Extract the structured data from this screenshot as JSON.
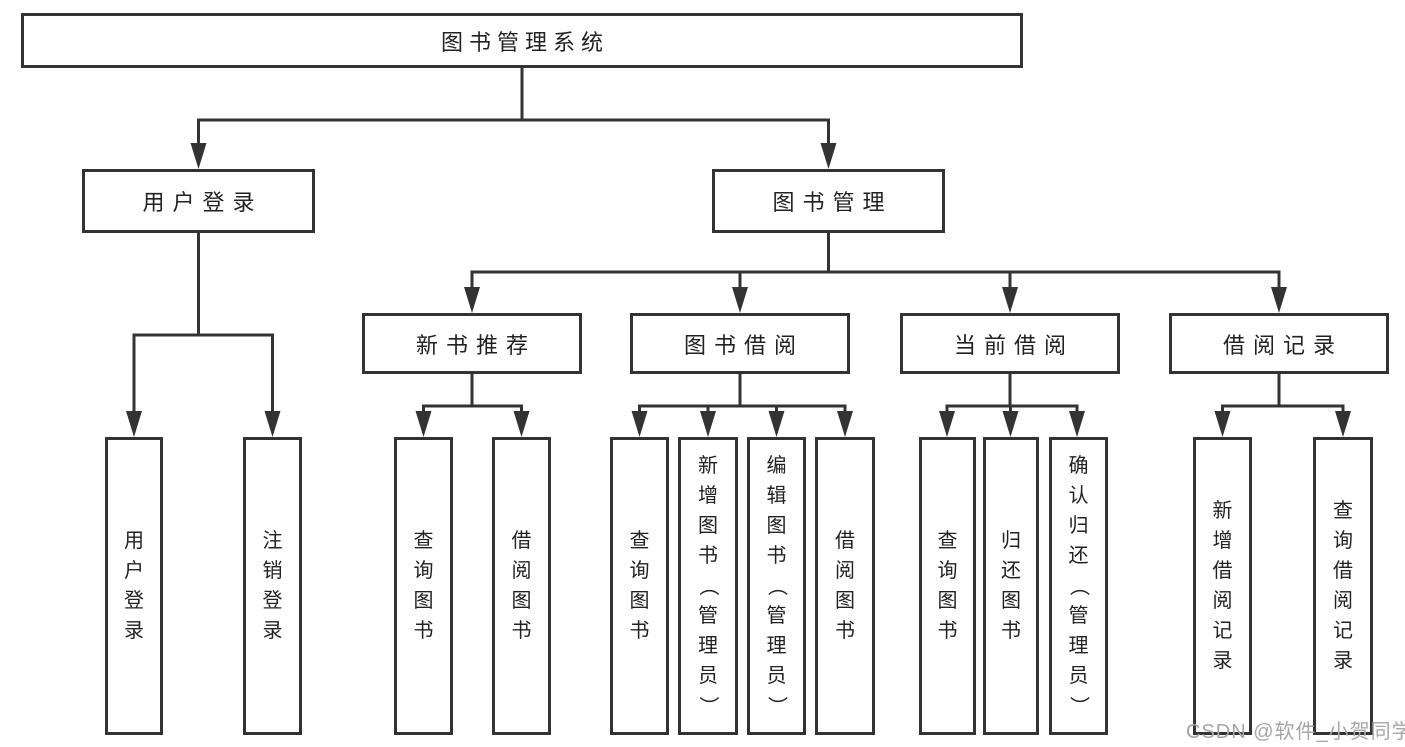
{
  "colors": {
    "line": "#333333",
    "text": "#222222",
    "watermark": "#a6a6aa",
    "background": "#ffffff"
  },
  "nodes": {
    "root": {
      "label": "图书管理系统"
    },
    "user_login": {
      "label": "用户登录"
    },
    "book_mgmt": {
      "label": "图书管理"
    },
    "new_book_rec": {
      "label": "新书推荐"
    },
    "book_borrow": {
      "label": "图书借阅"
    },
    "current_borrow": {
      "label": "当前借阅"
    },
    "borrow_records": {
      "label": "借阅记录"
    },
    "leaf_user_login": {
      "label": "用户登录"
    },
    "leaf_logout": {
      "label": "注销登录"
    },
    "leaf_query_books_rec": {
      "label": "查询图书"
    },
    "leaf_borrow_books_rec": {
      "label": "借阅图书"
    },
    "leaf_query_books_borrow": {
      "label": "查询图书"
    },
    "leaf_add_books": {
      "label": "新增图书（管理员）"
    },
    "leaf_edit_books": {
      "label": "编辑图书（管理员）"
    },
    "leaf_borrow_books": {
      "label": "借阅图书"
    },
    "leaf_query_books_current": {
      "label": "查询图书"
    },
    "leaf_return_books": {
      "label": "归还图书"
    },
    "leaf_confirm_return": {
      "label": "确认归还（管理员）"
    },
    "leaf_add_borrow_record": {
      "label": "新增借阅记录"
    },
    "leaf_query_borrow_record": {
      "label": "查询借阅记录"
    }
  },
  "edges": [
    [
      "root",
      "user_login"
    ],
    [
      "root",
      "book_mgmt"
    ],
    [
      "user_login",
      "leaf_user_login"
    ],
    [
      "user_login",
      "leaf_logout"
    ],
    [
      "book_mgmt",
      "new_book_rec"
    ],
    [
      "book_mgmt",
      "book_borrow"
    ],
    [
      "book_mgmt",
      "current_borrow"
    ],
    [
      "book_mgmt",
      "borrow_records"
    ],
    [
      "new_book_rec",
      "leaf_query_books_rec"
    ],
    [
      "new_book_rec",
      "leaf_borrow_books_rec"
    ],
    [
      "book_borrow",
      "leaf_query_books_borrow"
    ],
    [
      "book_borrow",
      "leaf_add_books"
    ],
    [
      "book_borrow",
      "leaf_edit_books"
    ],
    [
      "book_borrow",
      "leaf_borrow_books"
    ],
    [
      "current_borrow",
      "leaf_query_books_current"
    ],
    [
      "current_borrow",
      "leaf_return_books"
    ],
    [
      "current_borrow",
      "leaf_confirm_return"
    ],
    [
      "borrow_records",
      "leaf_add_borrow_record"
    ],
    [
      "borrow_records",
      "leaf_query_borrow_record"
    ]
  ],
  "watermark": {
    "text": "CSDN @软件_小贺同学"
  }
}
